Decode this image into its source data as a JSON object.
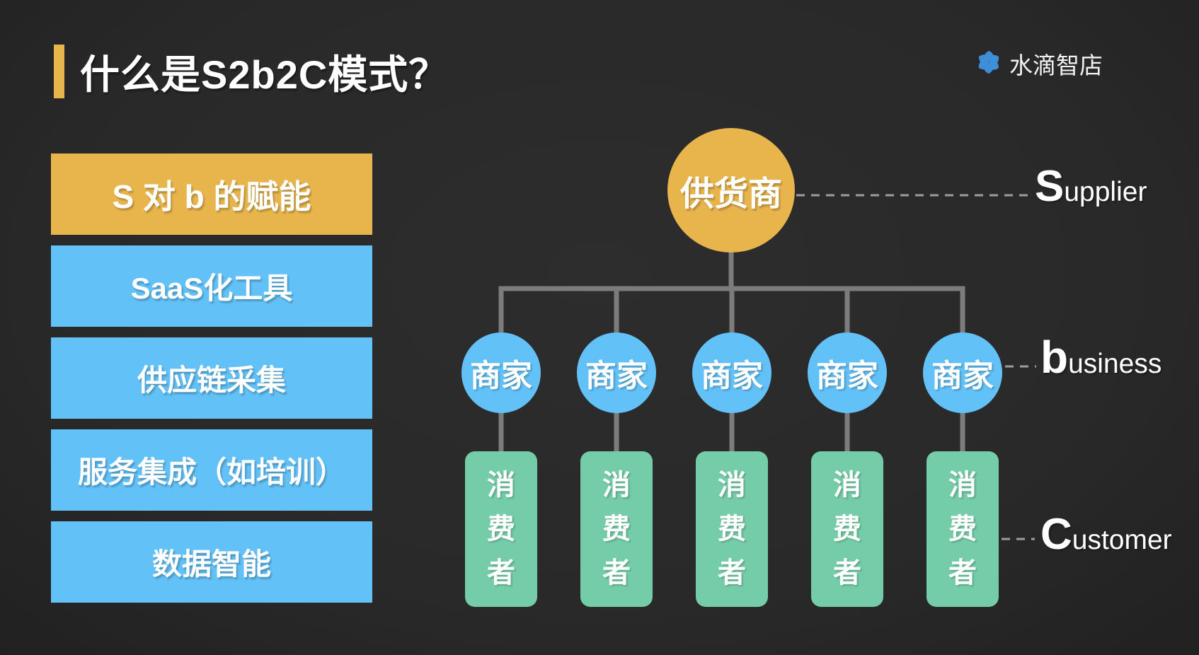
{
  "title": "什么是S2b2C模式？",
  "brand": {
    "name": "水滴智店",
    "logo_icon": "water-drop-pinwheel-icon"
  },
  "empower": {
    "header": "S 对 b 的赋能",
    "items": [
      "SaaS化工具",
      "供应链采集",
      "服务集成（如培训）",
      "数据智能"
    ]
  },
  "diagram": {
    "supplier_node": "供货商",
    "business_node": "商家",
    "customer_node": "消费者",
    "business_node_count": 5,
    "customer_node_count": 5,
    "labels": {
      "supplier": {
        "initial": "S",
        "rest": "upplier"
      },
      "business": {
        "initial": "b",
        "rest": "usiness"
      },
      "customer": {
        "initial": "C",
        "rest": "ustomer"
      }
    }
  },
  "colors": {
    "background": "#2A2A2A",
    "accent_yellow": "#E8B54C",
    "accent_blue": "#62C1F7",
    "accent_green": "#74CCA8",
    "tree_line_gray": "#7C7C7C",
    "dash_line_gray": "#9D9D9D",
    "logo_blue": "#3E8FD8",
    "text_white": "#FFFFFF"
  }
}
